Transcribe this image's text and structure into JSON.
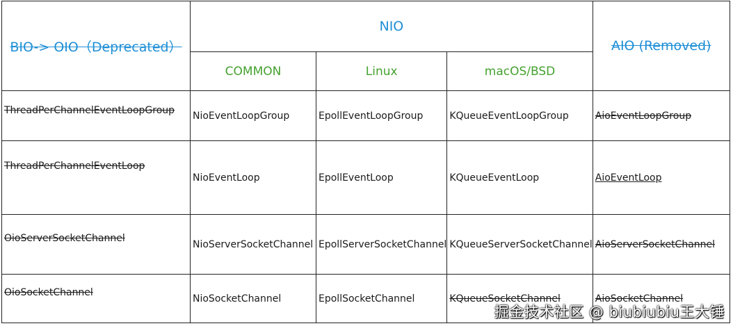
{
  "headers": {
    "bio": "BIO-> OIO（Deprecated）",
    "nio": "NIO",
    "aio": "AIO (Removed)",
    "common": "COMMON",
    "linux": "Linux",
    "macos": "macOS/BSD"
  },
  "rows": [
    {
      "bio": "ThreadPerChannelEventLoopGroup",
      "common": "NioEventLoopGroup",
      "linux": "EpollEventLoopGroup",
      "macos": "KQueueEventLoopGroup",
      "aio": "AioEventLoopGroup"
    },
    {
      "bio": "ThreadPerChannelEventLoop",
      "common": "NioEventLoop",
      "linux": "EpollEventLoop",
      "macos": "KQueueEventLoop",
      "aio": "AioEventLoop"
    },
    {
      "bio": "OioServerSocketChannel",
      "common": "NioServerSocketChannel",
      "linux": "EpollServerSocketChannel",
      "macos": "KQueueServerSocketChannel",
      "aio": "AioServerSocketChannel"
    },
    {
      "bio": "OioSocketChannel",
      "common": "NioSocketChannel",
      "linux": "EpollSocketChannel",
      "macos": "KQueueSocketChannel",
      "aio": "AioSocketChannel"
    }
  ],
  "watermark": "掘金技术社区 @ biubiubiu王大锤",
  "colors": {
    "header_blue": "#1f8fd6",
    "header_green": "#45a12f",
    "border": "#222222"
  }
}
